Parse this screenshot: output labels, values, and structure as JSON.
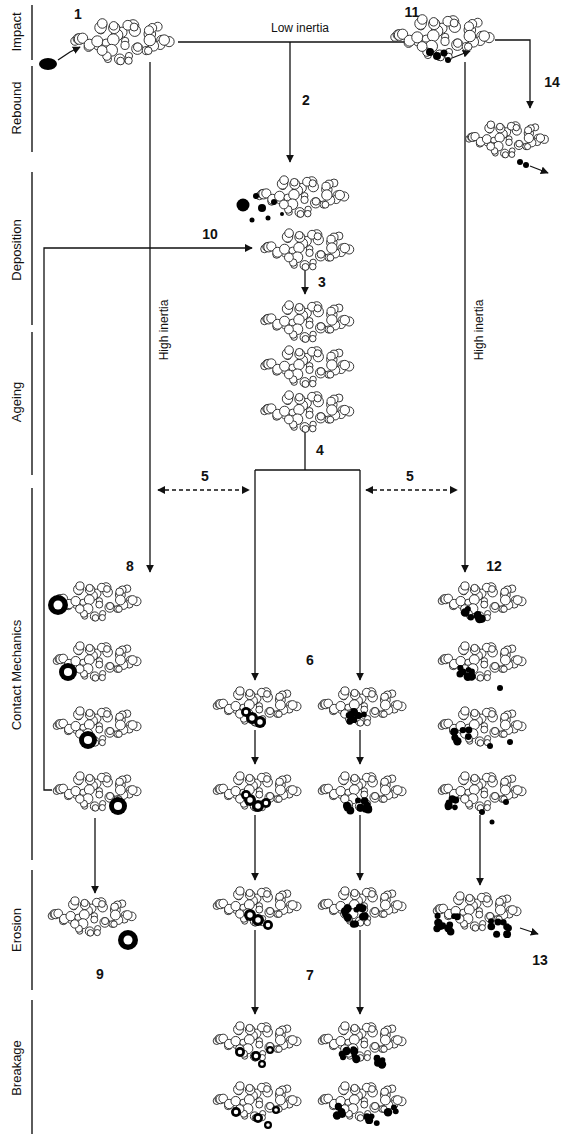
{
  "diagram": {
    "labels": [
      "Impact",
      "Rebound",
      "Deposition",
      "Ageing",
      "Contact Mechanics",
      "Erosion",
      "Breakage",
      "1",
      "Low inertia",
      "11",
      "14",
      "2",
      "10",
      "3",
      "High inertia",
      "High inertia",
      "4",
      "5",
      "5",
      "8",
      "12",
      "6",
      "9",
      "7",
      "13"
    ]
  }
}
